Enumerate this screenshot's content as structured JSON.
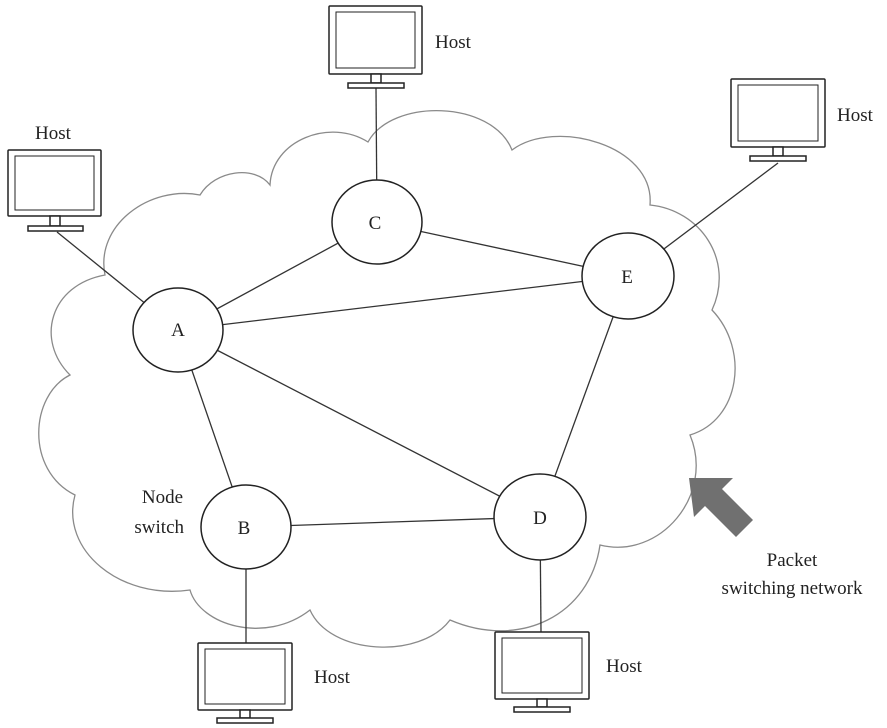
{
  "diagram": {
    "nodes": [
      {
        "id": "A",
        "label": "A"
      },
      {
        "id": "B",
        "label": "B"
      },
      {
        "id": "C",
        "label": "C"
      },
      {
        "id": "D",
        "label": "D"
      },
      {
        "id": "E",
        "label": "E"
      }
    ],
    "links": [
      [
        "A",
        "C"
      ],
      [
        "C",
        "E"
      ],
      [
        "A",
        "E"
      ],
      [
        "A",
        "B"
      ],
      [
        "A",
        "D"
      ],
      [
        "B",
        "D"
      ],
      [
        "E",
        "D"
      ]
    ],
    "hosts": [
      {
        "label": "Host",
        "attached_to": "A"
      },
      {
        "label": "Host",
        "attached_to": "C"
      },
      {
        "label": "Host",
        "attached_to": "E"
      },
      {
        "label": "Host",
        "attached_to": "B"
      },
      {
        "label": "Host",
        "attached_to": "D"
      }
    ],
    "node_switch_label": [
      "Node",
      "switch"
    ],
    "network_label": [
      "Packet",
      "switching network"
    ],
    "colors": {
      "line": "#333333",
      "cloud": "#888888",
      "arrow": "#707070"
    }
  }
}
